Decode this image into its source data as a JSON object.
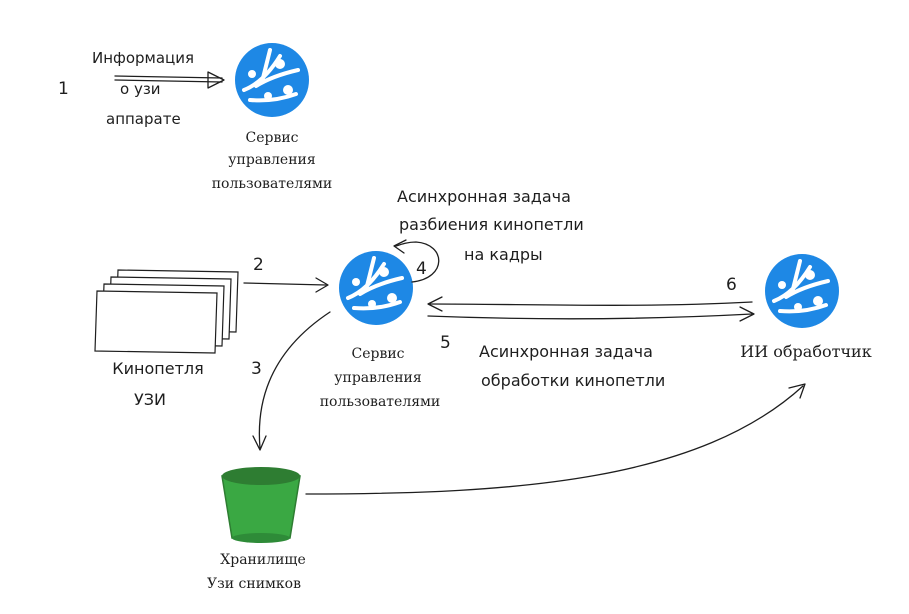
{
  "steps": {
    "s1": "1",
    "s2": "2",
    "s3": "3",
    "s4": "4",
    "s5": "5",
    "s6": "6"
  },
  "labels": {
    "info_l1": "Информация",
    "info_l2": "о узи",
    "info_l3": "аппарате",
    "svc_top_l1": "Сервис",
    "svc_top_l2": "управления",
    "svc_top_l3": "пользователями",
    "svc_mid_l1": "Сервис",
    "svc_mid_l2": "управления",
    "svc_mid_l3": "пользователями",
    "async_split_l1": "Асинхронная задача",
    "async_split_l2": "разбиения кинопетли",
    "async_split_l3": "на кадры",
    "async_proc_l1": "Асинхронная задача",
    "async_proc_l2": "обработки кинопетли",
    "cine_l1": "Кинопетля",
    "cine_l2": "УЗИ",
    "ai": "ИИ обработчик",
    "storage_l1": "Хранилище",
    "storage_l2": "Узи снимков"
  },
  "icons": {
    "service": "azure-service-icon",
    "bucket": "storage-bucket-icon",
    "documents": "document-stack-icon"
  },
  "colors": {
    "service_blue": "#1e88e5",
    "bucket_green": "#3aa843",
    "ink": "#1e1e1e"
  }
}
